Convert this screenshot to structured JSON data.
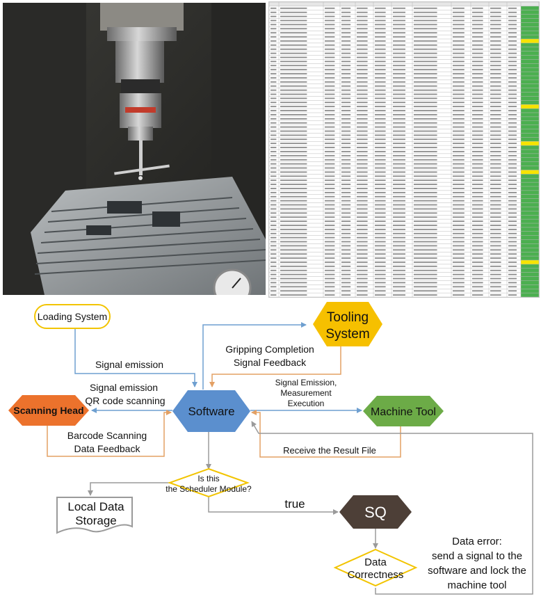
{
  "photo": {
    "description_icon": "cnc-probe-photo-icon"
  },
  "spreadsheet": {
    "row_count": 71
  },
  "nodes": {
    "loading_system": "Loading System",
    "tooling_system_line1": "Tooling",
    "tooling_system_line2": "System",
    "scanning_head": "Scanning Head",
    "software": "Software",
    "machine_tool": "Machine Tool",
    "scheduler_q_line1": "Is this",
    "scheduler_q_line2": "the Scheduler Module?",
    "local_storage_line1": "Local Data",
    "local_storage_line2": "Storage",
    "sq": "SQ",
    "data_correct_line1": "Data",
    "data_correct_line2": "Correctness"
  },
  "edges": {
    "signal_emission": "Signal emission",
    "gripping_line1": "Gripping Completion",
    "gripping_line2": "Signal Feedback",
    "signal_qr_line1": "Signal emission",
    "signal_qr_line2": "QR code scanning",
    "barcode_line1": "Barcode Scanning",
    "barcode_line2": "Data Feedback",
    "measure_line1": "Signal Emission,",
    "measure_line2": "Measurement",
    "measure_line3": "Execution",
    "receive_result": "Receive the Result File",
    "true_label": "true",
    "error_line1": "Data error:",
    "error_line2": "send a signal to the",
    "error_line3": "software and lock the",
    "error_line4": "machine tool"
  },
  "colors": {
    "blue_arrow": "#6e9fd0",
    "orange_arrow": "#e3a064",
    "gray_arrow": "#9a9a9a",
    "software_fill": "#5b8fce",
    "tooling_fill": "#f6c000",
    "scanning_fill": "#ec722c",
    "machine_fill": "#6cab47",
    "sq_fill": "#4d3f37",
    "yellow_border": "#f2c400"
  }
}
